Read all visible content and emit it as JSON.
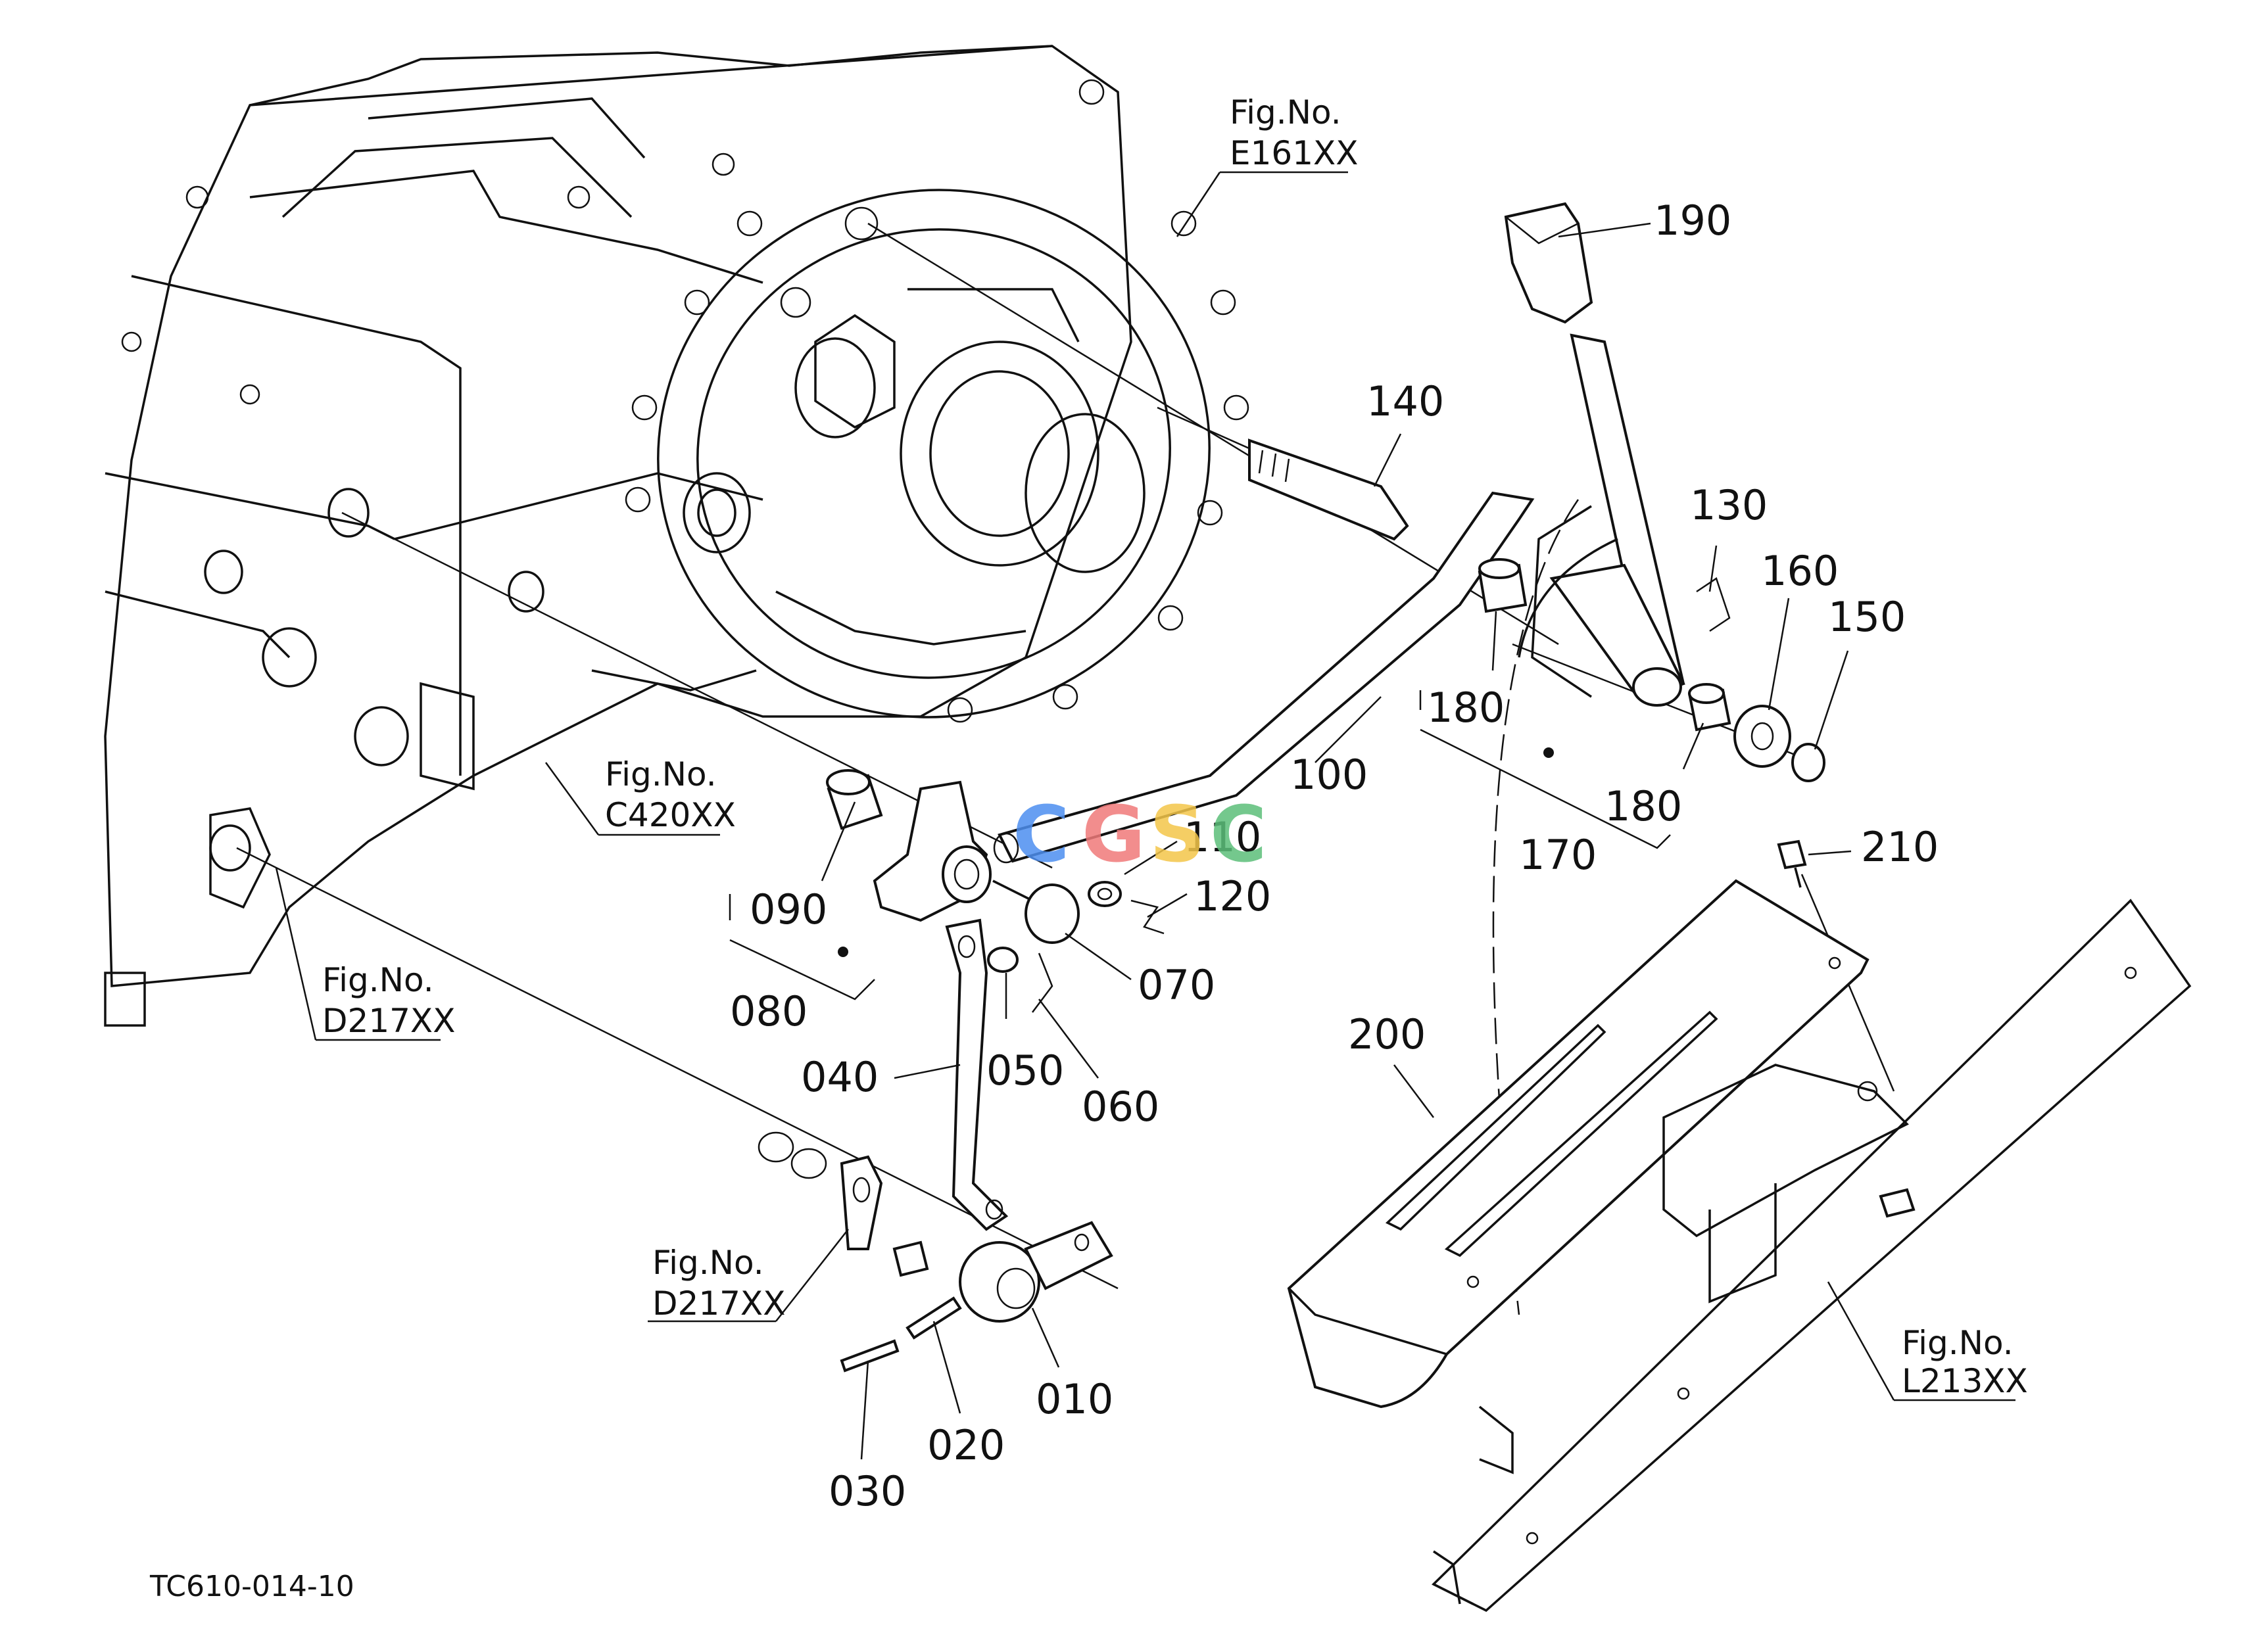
{
  "diagram": {
    "callouts": {
      "c010": "010",
      "c020": "020",
      "c030": "030",
      "c040": "040",
      "c050": "050",
      "c060": "060",
      "c070": "070",
      "c080": "080",
      "c090": "090",
      "c100": "100",
      "c110": "110",
      "c120": "120",
      "c130": "130",
      "c140": "140",
      "c150": "150",
      "c160": "160",
      "c170": "170",
      "c180a": "180",
      "c180b": "180",
      "c190": "190",
      "c200": "200",
      "c210": "210"
    },
    "figrefs": {
      "e161": {
        "label": "Fig.No.",
        "code": "E161XX"
      },
      "c420": {
        "label": "Fig.No.",
        "code": "C420XX"
      },
      "d217a": {
        "label": "Fig.No.",
        "code": "D217XX"
      },
      "d217b": {
        "label": "Fig.No.",
        "code": "D217XX"
      },
      "l213": {
        "label": "Fig.No.",
        "code": "L213XX"
      }
    },
    "drawing_code": "TC610-014-10",
    "watermark": {
      "letters": [
        "C",
        "G",
        "S",
        "C"
      ],
      "colors": [
        "#4d8ff0",
        "#f07a7a",
        "#f4c64a",
        "#5cbf7a"
      ]
    }
  }
}
